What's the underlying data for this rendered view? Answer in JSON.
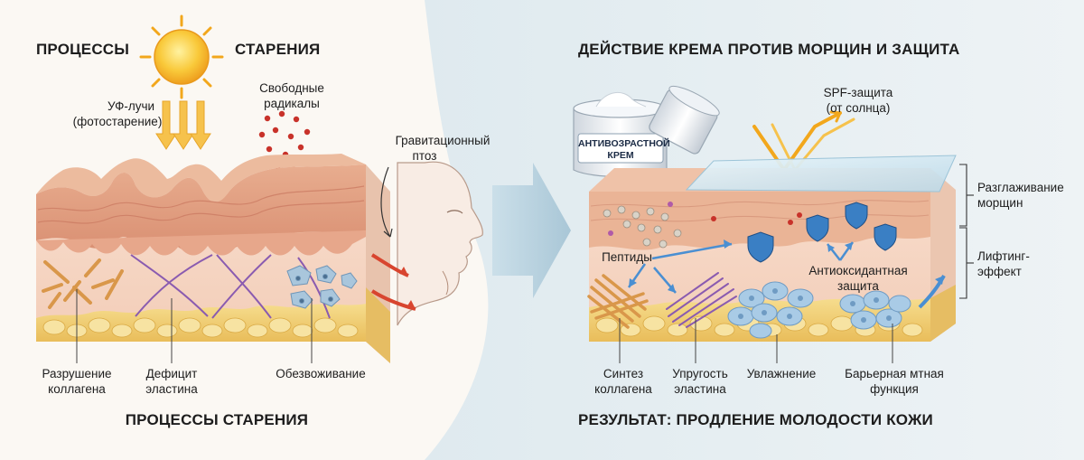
{
  "left_panel": {
    "title_part1": "ПРОЦЕССЫ",
    "title_part2": "СТАРЕНИЯ",
    "uv_label_1": "УФ-лучи",
    "uv_label_2": "(фотостарение)",
    "free_radicals_1": "Свободные",
    "free_radicals_2": "радикалы",
    "gravity_1": "Гравитационный",
    "gravity_2": "птоз",
    "collagen_breakdown_1": "Разрушение",
    "collagen_breakdown_2": "коллагена",
    "elastin_deficit_1": "Дефицит",
    "elastin_deficit_2": "эластина",
    "dehydration": "Обезвоживание",
    "bottom_title": "ПРОЦЕССЫ СТАРЕНИЯ"
  },
  "right_panel": {
    "title": "ДЕЙСТВИЕ КРЕМА ПРОТИВ МОРЩИН И ЗАЩИТА",
    "jar_label_1": "АНТИВОЗРАСТНОЙ",
    "jar_label_2": "КРЕМ",
    "spf_1": "SPF-защита",
    "spf_2": "(от солнца)",
    "smoothing_1": "Разглаживание",
    "smoothing_2": "морщин",
    "lifting_1": "Лифтинг-",
    "lifting_2": "эффект",
    "peptides": "Пептиды",
    "antioxidant_1": "Антиоксидантная",
    "antioxidant_2": "защита",
    "collagen_synthesis_1": "Синтез",
    "collagen_synthesis_2": "коллагена",
    "elastin_elasticity_1": "Упругость",
    "elastin_elasticity_2": "эластина",
    "moisturizing": "Увлажнение",
    "barrier_1": "Барьерная мтная",
    "barrier_2": "функция",
    "bottom_title": "РЕЗУЛЬТАТ: ПРОДЛЕНИЕ МОЛОДОСТИ КОЖИ"
  },
  "colors": {
    "background": "#fbf8f3",
    "right_background": "#e9f0f3",
    "skin_top": "#e9b89c",
    "dermis": "#f6d8c8",
    "fat": "#f2d27a",
    "collagen": "#e0a050",
    "elastin": "#8a5bb0",
    "cells": "#8fb6d8",
    "shield": "#3a7fc4",
    "arrow_red": "#d8452f",
    "sun": "#f5b52b"
  }
}
